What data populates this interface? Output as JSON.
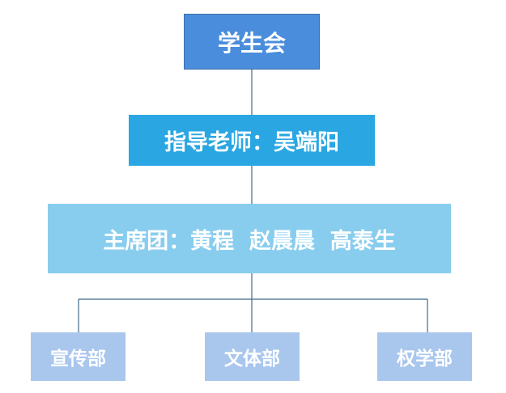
{
  "chart": {
    "root": "学生会",
    "advisor": "指导老师：吴端阳",
    "presidium": "主席团：黄程  赵晨晨  高泰生",
    "departments": [
      "宣传部",
      "文体部",
      "权学部"
    ]
  },
  "colors": {
    "root_fill": "#4a8ddc",
    "advisor_fill": "#2aa6e2",
    "presidium_fill": "#88cdee",
    "department_fill": "#a9c6ed",
    "connector": "#3f6b8c"
  }
}
